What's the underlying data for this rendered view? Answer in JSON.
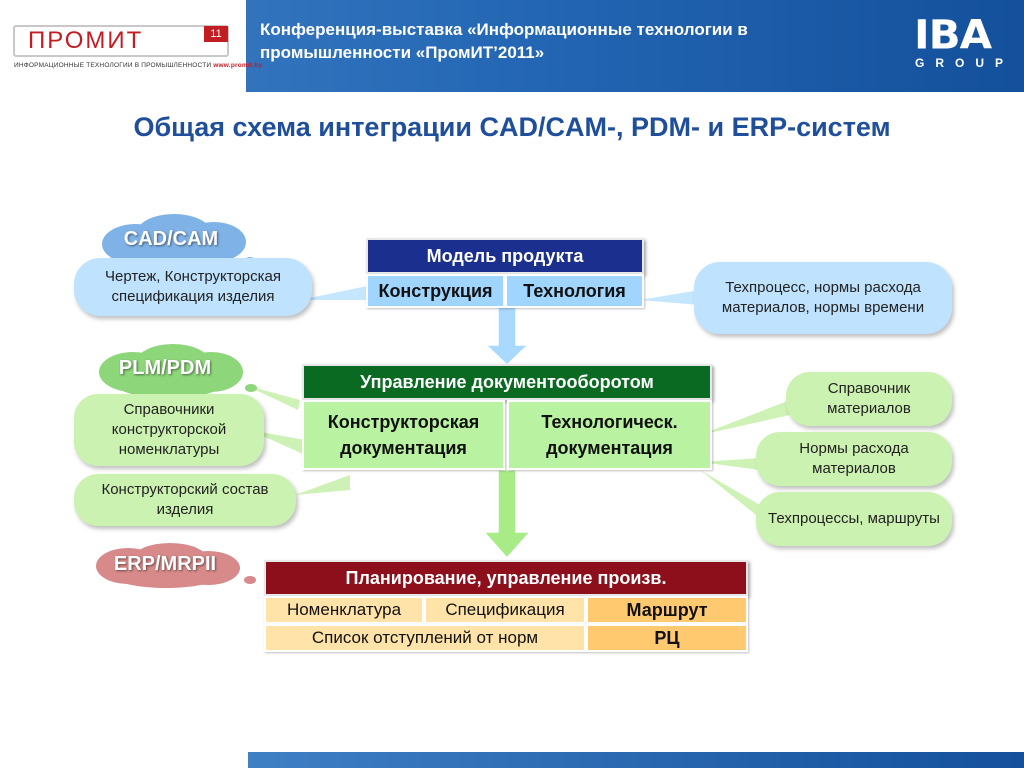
{
  "header": {
    "logo_text": "ПРОМИТ",
    "logo_badge": "11",
    "logo_subtitle": "ИНФОРМАЦИОННЫЕ ТЕХНОЛОГИИ В ПРОМЫШЛЕННОСТИ",
    "logo_url": "www.promit.by",
    "conference_title": "Конференция-выставка «Информационные технологии в промышленности «ПромИТ’2011»",
    "company_logo_main": "IBA",
    "company_logo_sub": "GROUP"
  },
  "slide": {
    "title": "Общая схема интеграции CAD/CAM-, PDM- и ERP-систем"
  },
  "diagram": {
    "clouds": {
      "cad": "CAD/CAM",
      "plm": "PLM/PDM",
      "erp": "ERP/MRPII"
    },
    "product_model": {
      "title": "Модель продукта",
      "cells": [
        "Конструкция",
        "Технология"
      ]
    },
    "document_management": {
      "title": "Управление документооборотом",
      "cells": [
        "Конструкторская документация",
        "Технологическ. документация"
      ]
    },
    "production_planning": {
      "title": "Планирование, управление произв.",
      "row1": [
        "Номенклатура",
        "Спецификация",
        "Маршрут"
      ],
      "row2": [
        "Список отступлений от норм",
        "РЦ"
      ]
    },
    "bubbles": {
      "cad_drawing": "Чертеж, Конструкторская спецификация изделия",
      "process_norms": "Техпроцесс, нормы расхода материалов, нормы времени"
    },
    "green_boxes": {
      "directories": "Справочники конструкторской номенклатуры",
      "structure": "Конструкторский состав изделия",
      "materials_dir": "Справочник материалов",
      "consumption": "Нормы расхода материалов",
      "processes": "Техпроцессы, маршруты"
    },
    "colors": {
      "product_model": "#1b2f8e",
      "document_management": "#0b6a22",
      "production_planning": "#8c0f1b",
      "cad_cell": "#9fd5ff",
      "doc_cell": "#b9f2a0",
      "plan_cell": "#ffe3a8",
      "plan_cell_bold": "#ffc970"
    }
  }
}
